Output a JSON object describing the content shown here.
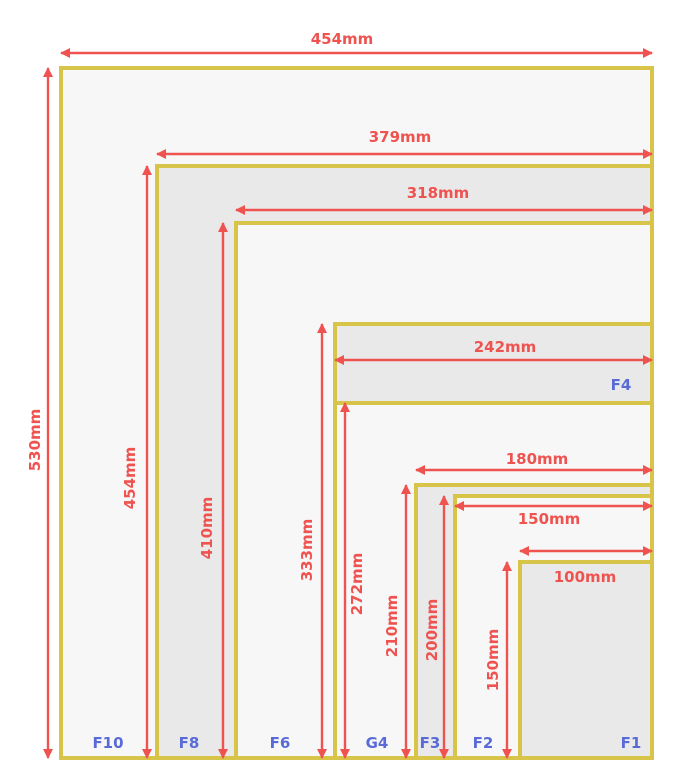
{
  "colors": {
    "frame_stroke": "#d9c44a",
    "dimension": "#ef5350",
    "size_label": "#5a6bd8",
    "fill_light": "#f7f7f7",
    "fill_dark": "#e9e9e9"
  },
  "sizes": [
    {
      "id": "F10",
      "label": "F10",
      "width": "454mm",
      "height": "530mm",
      "shade": "light"
    },
    {
      "id": "F8",
      "label": "F8",
      "width": "379mm",
      "height": "454mm",
      "shade": "dark"
    },
    {
      "id": "F6",
      "label": "F6",
      "width": "318mm",
      "height": "410mm",
      "shade": "light"
    },
    {
      "id": "F4",
      "label": "F4",
      "width": "242mm",
      "height": "333mm",
      "shade": "dark"
    },
    {
      "id": "G4",
      "label": "G4",
      "width": "",
      "height": "272mm",
      "shade": "light"
    },
    {
      "id": "F3",
      "label": "F3",
      "width": "180mm",
      "height": "210mm",
      "shade": "dark"
    },
    {
      "id": "F2",
      "label": "F2",
      "width": "150mm",
      "height": "200mm",
      "shade": "light"
    },
    {
      "id": "F1",
      "label": "F1",
      "width": "100mm",
      "height": "150mm",
      "shade": "dark"
    }
  ]
}
